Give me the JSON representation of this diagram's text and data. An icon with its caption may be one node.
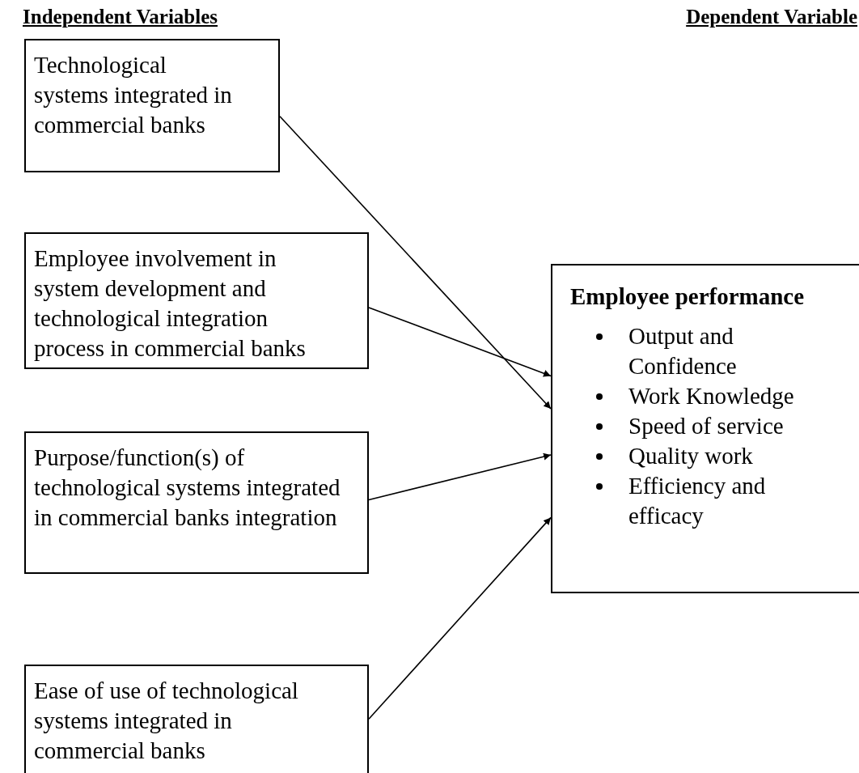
{
  "diagram": {
    "nodes": [
      {
        "text": [
          "Technological systems integrated in commercial banks"
        ]
      },
      {
        "text": [
          "Employee involvement in system development and technological integration process in commercial banks"
        ]
      },
      {
        "text": [
          "Purpose/function(s) of technological systems integrated in commercial banks integration"
        ]
      },
      {
        "text": [
          "Ease of use of technological systems integrated in commercial banks"
        ]
      },
      {
        "text": [
          "Employee performance",
          "Output and Confidence",
          "Work Knowledge",
          "Speed of service",
          "Quality work",
          "Efficiency and efficacy"
        ]
      }
    ],
    "edges": [
      {
        "from": 0,
        "to": 4,
        "arrow": "to"
      },
      {
        "from": 1,
        "to": 4,
        "arrow": "to"
      },
      {
        "from": 2,
        "to": 4,
        "arrow": "to"
      },
      {
        "from": 3,
        "to": 4,
        "arrow": "to"
      }
    ],
    "labels": [
      "Independent Variables",
      "Dependent Variable"
    ]
  }
}
